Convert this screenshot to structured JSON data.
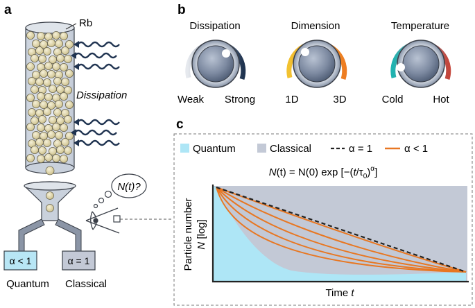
{
  "panels": {
    "a": "a",
    "b": "b",
    "c": "c"
  },
  "panel_a": {
    "atom_label": "Rb",
    "dissipation_label": "Dissipation",
    "speech": "N(t)?",
    "boxes": [
      {
        "label": "α < 1",
        "caption": "Quantum",
        "color": "#b8e6f5"
      },
      {
        "label": "α = 1",
        "caption": "Classical",
        "color": "#c3c9d6"
      }
    ]
  },
  "panel_b": {
    "knobs": [
      {
        "title": "Dissipation",
        "left": "Weak",
        "right": "Strong"
      },
      {
        "title": "Dimension",
        "left": "1D",
        "right": "3D"
      },
      {
        "title": "Temperature",
        "left": "Cold",
        "right": "Hot"
      }
    ]
  },
  "panel_c": {
    "legend": [
      {
        "label": "Quantum",
        "swatch": "#aee6f6"
      },
      {
        "label": "Classical",
        "swatch": "#c3c9d6"
      },
      {
        "label": "α = 1",
        "style": "dashed",
        "color": "#222222"
      },
      {
        "label": "α < 1",
        "style": "solid",
        "color": "#e87722"
      }
    ],
    "formula": {
      "lhs_n": "N",
      "lhs_t": "(t)",
      "rhs": " = N(0) exp [−(",
      "t": "t",
      "slash": "/τ",
      "sub": "0",
      "close": ")",
      "sup": "α",
      "end": "]"
    },
    "ylabel_1": "Particle number",
    "ylabel_2_italic": "N",
    "ylabel_2_rest": " [log]",
    "xlabel": "Time ",
    "xlabel_italic": "t"
  },
  "colors": {
    "quantum": "#aee6f6",
    "classical": "#c3c9d6",
    "orange": "#e87722",
    "navy": "#1f3350"
  }
}
